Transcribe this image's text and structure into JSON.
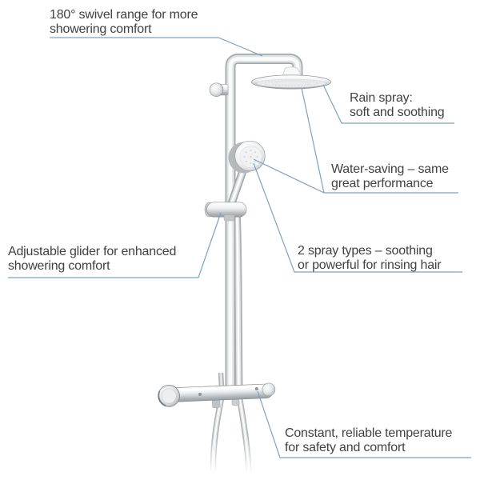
{
  "diagram": {
    "title": "shower system feature diagram",
    "background": "#ffffff"
  },
  "colors": {
    "text": "#414141",
    "leader_line": "#7ba3c2",
    "chrome_highlight": "#ffffff",
    "chrome_mid": "#d9dcde",
    "chrome_shadow": "#9aa0a3"
  },
  "annotations": {
    "swivel": {
      "line1": "180° swivel range for more",
      "line2": "showering comfort"
    },
    "rain_spray": {
      "line1": "Rain spray:",
      "line2": "soft and soothing"
    },
    "water_saving": {
      "line1": "Water-saving – same",
      "line2": "great performance"
    },
    "spray_types": {
      "line1": "2 spray types – soothing",
      "line2": "or powerful for rinsing hair"
    },
    "glider": {
      "line1": "Adjustable glider for enhanced",
      "line2": "showering comfort"
    },
    "temperature": {
      "line1": "Constant, reliable temperature",
      "line2": "for safety and comfort"
    }
  }
}
